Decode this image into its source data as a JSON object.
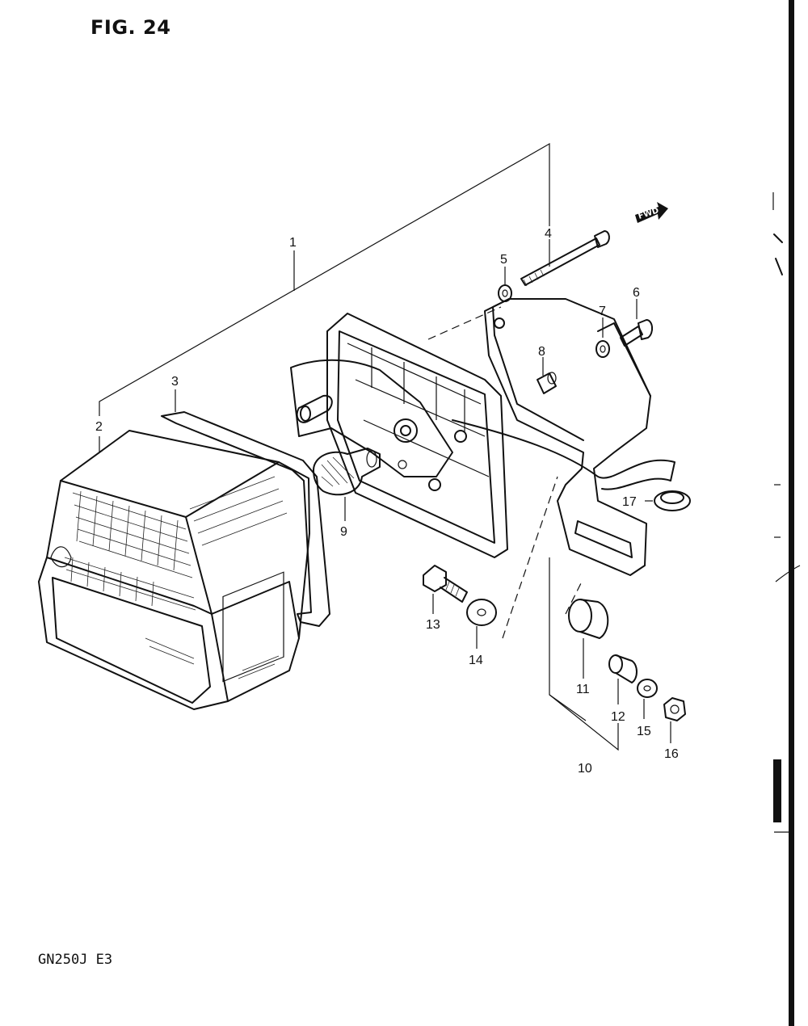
{
  "figure": {
    "title": "FIG. 24",
    "model": "GN250J  E3",
    "direction_label": "FWD"
  },
  "callouts": [
    "1",
    "2",
    "3",
    "4",
    "5",
    "6",
    "7",
    "8",
    "9",
    "10",
    "11",
    "12",
    "13",
    "14",
    "15",
    "16",
    "17"
  ]
}
